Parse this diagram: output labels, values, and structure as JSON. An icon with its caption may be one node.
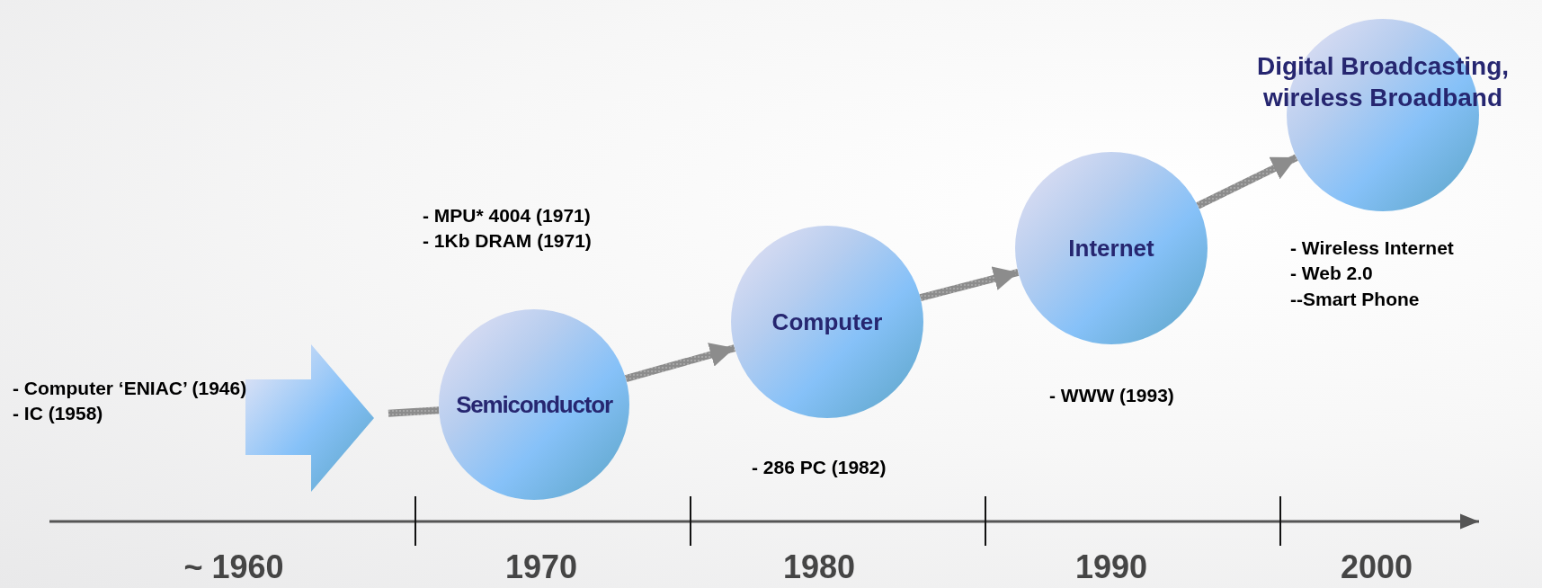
{
  "diagram": {
    "nodes": [
      {
        "text": [],
        "shape": "arrow",
        "beside": [
          "- Computer  ‘ENIAC’ (1946)",
          "- IC (1958)"
        ]
      },
      {
        "text": [
          "Semiconductor"
        ],
        "beside": [
          "- MPU* 4004 (1971)",
          "- 1Kb DRAM (1971)"
        ]
      },
      {
        "text": [
          "Computer"
        ],
        "beside": [
          "- 286 PC (1982)"
        ]
      },
      {
        "text": [
          "Internet"
        ],
        "beside": [
          "- WWW (1993)"
        ]
      },
      {
        "text": [
          "Digital Broadcasting, wireless Broadband"
        ],
        "beside": [
          "- Wireless Internet",
          "- Web 2.0",
          "--Smart Phone"
        ]
      }
    ],
    "edges": [
      {
        "from": 0,
        "to": 1,
        "arrow": "none"
      },
      {
        "from": 1,
        "to": 2,
        "arrow": "to"
      },
      {
        "from": 2,
        "to": 3,
        "arrow": "to"
      },
      {
        "from": 3,
        "to": 4,
        "arrow": "to"
      }
    ],
    "labels": [
      "~ 1960",
      "1970",
      "1980",
      "1990",
      "2000"
    ]
  }
}
